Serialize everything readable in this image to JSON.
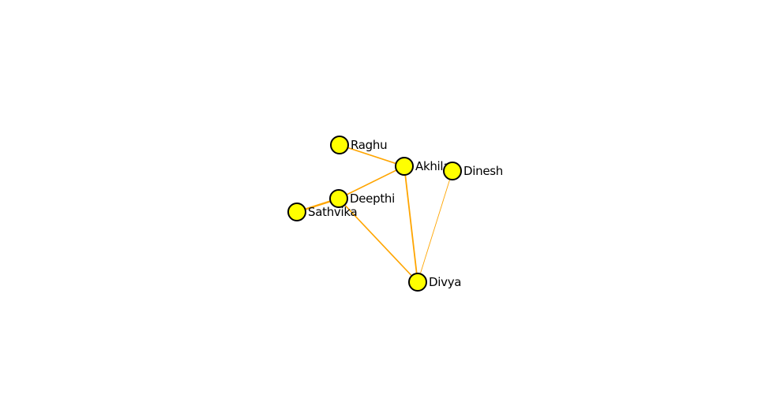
{
  "graph": {
    "colors": {
      "edge": "#ffa500",
      "node_fill": "#ffff00",
      "node_stroke": "#000000",
      "label": "#000000",
      "background": "#ffffff"
    },
    "nodes": [
      {
        "id": "raghu",
        "label": "Raghu"
      },
      {
        "id": "akhila",
        "label": "Akhila"
      },
      {
        "id": "dinesh",
        "label": "Dinesh"
      },
      {
        "id": "deepthi",
        "label": "Deepthi"
      },
      {
        "id": "sathvika",
        "label": "Sathvika"
      },
      {
        "id": "divya",
        "label": "Divya"
      }
    ],
    "edges": [
      {
        "source": "raghu",
        "target": "akhila"
      },
      {
        "source": "akhila",
        "target": "deepthi"
      },
      {
        "source": "akhila",
        "target": "divya"
      },
      {
        "source": "deepthi",
        "target": "sathvika"
      },
      {
        "source": "deepthi",
        "target": "divya"
      },
      {
        "source": "dinesh",
        "target": "divya"
      }
    ]
  }
}
